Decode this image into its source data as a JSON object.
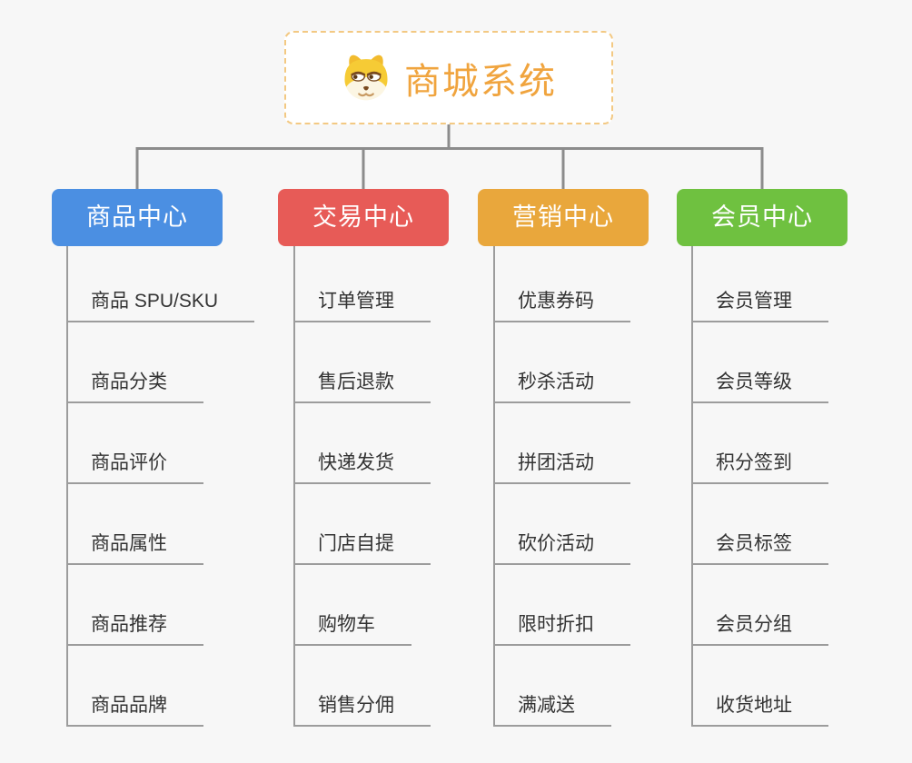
{
  "page": {
    "background_color": "#f7f7f7",
    "connector_color": "#8c8c8c",
    "underline_color": "#9c9c9c"
  },
  "root": {
    "title": "商城系统",
    "icon": "shiba-dog-icon",
    "title_color": "#f0a43e",
    "border_color": "#f3c983"
  },
  "branches": [
    {
      "label": "商品中心",
      "color": "#4b8fe2",
      "items": [
        "商品 SPU/SKU",
        "商品分类",
        "商品评价",
        "商品属性",
        "商品推荐",
        "商品品牌"
      ]
    },
    {
      "label": "交易中心",
      "color": "#e75b57",
      "items": [
        "订单管理",
        "售后退款",
        "快递发货",
        "门店自提",
        "购物车",
        "销售分佣"
      ]
    },
    {
      "label": "营销中心",
      "color": "#e9a73c",
      "items": [
        "优惠券码",
        "秒杀活动",
        "拼团活动",
        "砍价活动",
        "限时折扣",
        "满减送"
      ]
    },
    {
      "label": "会员中心",
      "color": "#6fc140",
      "items": [
        "会员管理",
        "会员等级",
        "积分签到",
        "会员标签",
        "会员分组",
        "收货地址"
      ]
    }
  ]
}
